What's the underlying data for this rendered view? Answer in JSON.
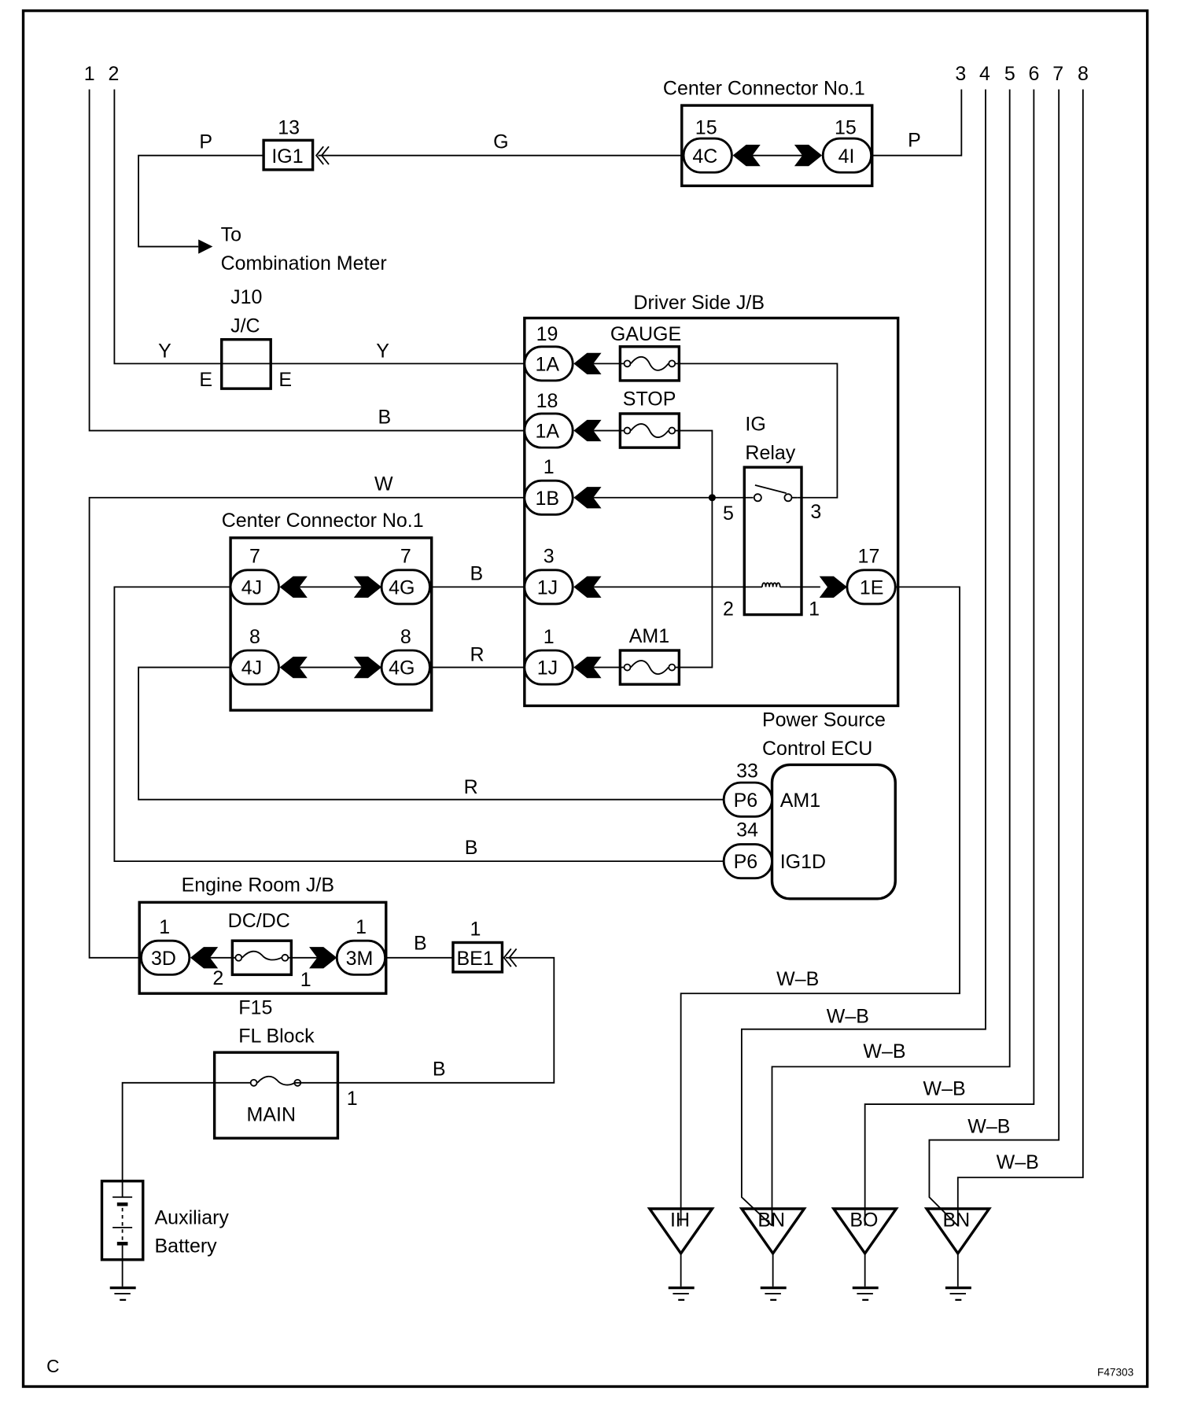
{
  "diagram": {
    "type": "wiring-diagram",
    "figure_id": "F47303",
    "page_marker": "C",
    "terminals_top_left": [
      "1",
      "2"
    ],
    "terminals_top_right": [
      "3",
      "4",
      "5",
      "6",
      "7",
      "8"
    ],
    "annotation_to_meter": [
      "To",
      "Combination Meter"
    ],
    "components": {
      "center_connector_top": {
        "title": "Center Connector No.1",
        "left_pin": {
          "number": "15",
          "label": "4C"
        },
        "right_pin": {
          "number": "15",
          "label": "4I"
        }
      },
      "ig1_junction": {
        "number": "13",
        "label": "IG1"
      },
      "j10": {
        "id": "J10",
        "type": "J/C",
        "left_pin": "E",
        "right_pin": "E"
      },
      "driver_side_jb": {
        "title": "Driver Side J/B",
        "pins": [
          {
            "number": "19",
            "label": "1A"
          },
          {
            "number": "18",
            "label": "1A"
          },
          {
            "number": "1",
            "label": "1B"
          },
          {
            "number": "3",
            "label": "1J"
          },
          {
            "number": "1",
            "label": "1J"
          },
          {
            "number": "17",
            "label": "1E"
          }
        ],
        "fuses": [
          "GAUGE",
          "STOP",
          "AM1"
        ],
        "relay": {
          "title": [
            "IG",
            "Relay"
          ],
          "pins": [
            "5",
            "3",
            "2",
            "1"
          ]
        }
      },
      "center_connector_mid": {
        "title": "Center Connector No.1",
        "rows": [
          {
            "left_number": "7",
            "left_label": "4J",
            "right_number": "7",
            "right_label": "4G"
          },
          {
            "left_number": "8",
            "left_label": "4J",
            "right_number": "8",
            "right_label": "4G"
          }
        ]
      },
      "power_source_ecu": {
        "title": [
          "Power Source",
          "Control ECU"
        ],
        "pins": [
          {
            "number": "33",
            "label": "P6",
            "signal": "AM1"
          },
          {
            "number": "34",
            "label": "P6",
            "signal": "IG1D"
          }
        ]
      },
      "engine_room_jb": {
        "title": "Engine Room J/B",
        "fuse": "DC/DC",
        "left_pin": {
          "number": "1",
          "label": "3D"
        },
        "right_pin": {
          "number": "1",
          "label": "3M"
        },
        "fuse_pin_left": "2",
        "fuse_pin_right": "1",
        "fuse_id": "F15"
      },
      "be1_junction": {
        "number": "1",
        "label": "BE1"
      },
      "fl_block": {
        "title": "FL Block",
        "fuse": "MAIN",
        "pin": "1"
      },
      "battery": {
        "label": [
          "Auxiliary",
          "Battery"
        ]
      },
      "grounds": [
        "IH",
        "BN",
        "BO",
        "BN"
      ]
    },
    "wire_colors": {
      "p_left": "P",
      "g": "G",
      "p_right": "P",
      "y_left": "Y",
      "y_right": "Y",
      "b_stop": "B",
      "w": "W",
      "b_4g": "B",
      "r_4g": "R",
      "r_ecu": "R",
      "b_ecu": "B",
      "b_be1": "B",
      "b_fl": "B",
      "wb": [
        "W–B",
        "W–B",
        "W–B",
        "W–B",
        "W–B",
        "W–B"
      ]
    }
  }
}
